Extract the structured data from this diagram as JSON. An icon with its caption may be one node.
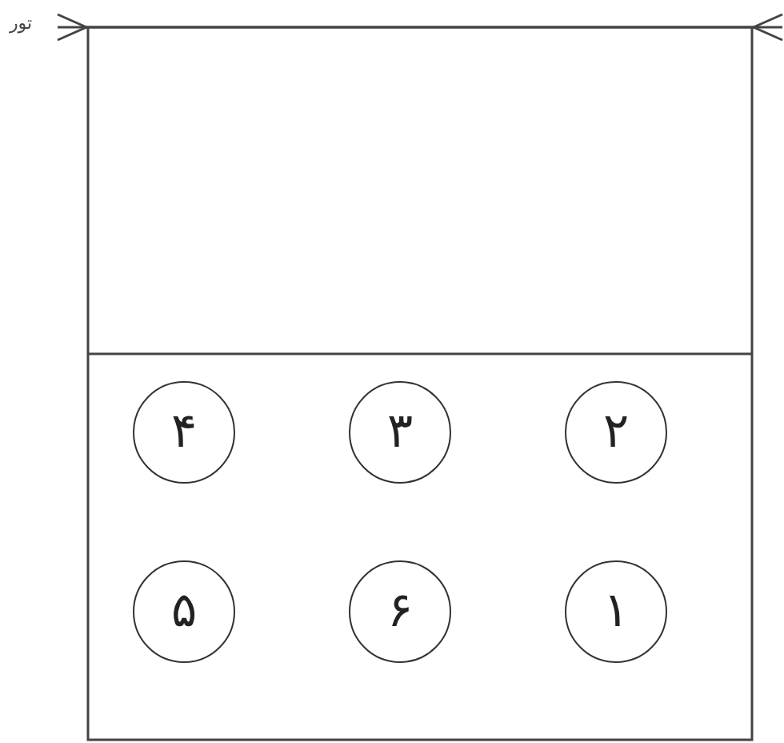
{
  "diagram": {
    "nodes": [
      {
        "text": [
          "۴"
        ]
      },
      {
        "text": [
          "۳"
        ]
      },
      {
        "text": [
          "۲"
        ]
      },
      {
        "text": [
          "۵"
        ]
      },
      {
        "text": [
          "۶"
        ]
      },
      {
        "text": [
          "۱"
        ]
      }
    ],
    "labels": [
      "تور"
    ]
  }
}
